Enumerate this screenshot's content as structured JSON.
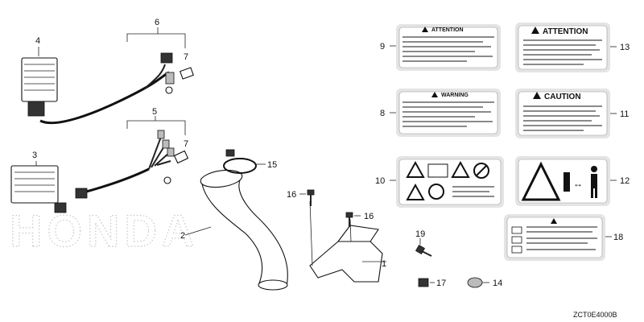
{
  "watermark": "HONDA",
  "diagram_code": "ZCT0E4000B",
  "callouts": {
    "c1": "1",
    "c2": "2",
    "c3": "3",
    "c4": "4",
    "c5": "5",
    "c6": "6",
    "c7a": "7",
    "c7b": "7",
    "c8": "8",
    "c9": "9",
    "c10": "10",
    "c11": "11",
    "c12": "12",
    "c13": "13",
    "c14": "14",
    "c15": "15",
    "c16a": "16",
    "c16b": "16",
    "c17": "17",
    "c18": "18",
    "c19": "19"
  },
  "labels": {
    "attention_9": "ATTENTION",
    "attention_13": "ATTENTION",
    "warning_8": "WARNING",
    "caution_11": "CAUTION"
  }
}
